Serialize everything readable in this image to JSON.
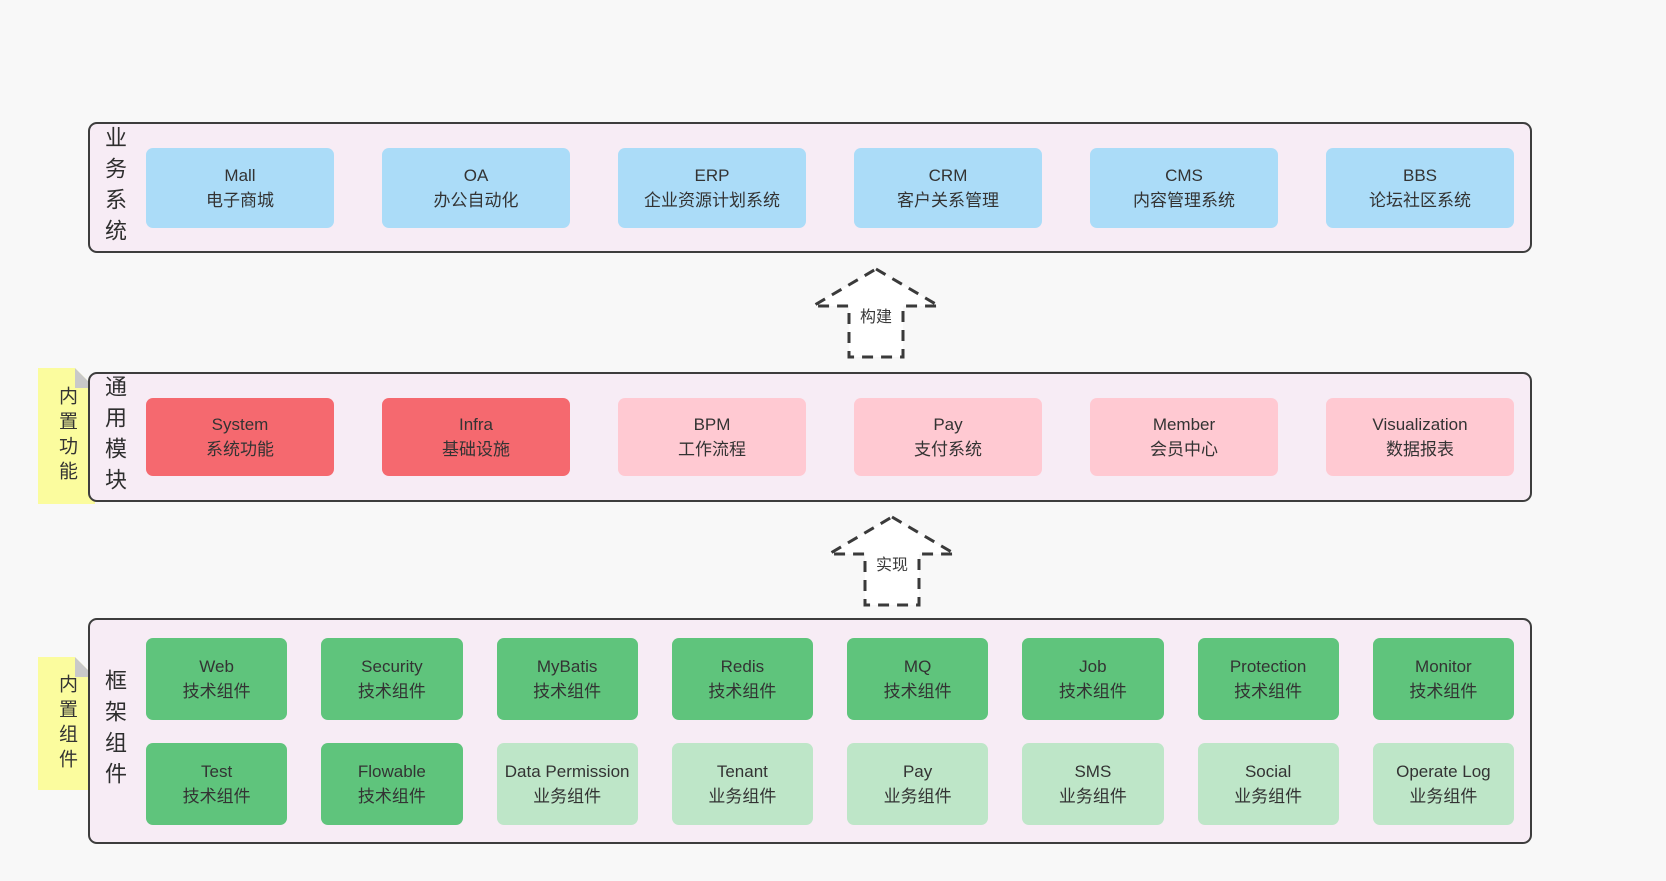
{
  "colors": {
    "page-bg": "#f8f8f8",
    "layer-bg": "#f7ecf5",
    "layer-border": "#3d3d3d",
    "blue": "#abdcf8",
    "red": "#f5696f",
    "pink": "#ffc9d2",
    "green": "#5fc47c",
    "green-light": "#bee6c8",
    "sticky": "#fbfc9e",
    "sticky-fold": "#c9c9c9",
    "arrow-stroke": "#3a3a3a"
  },
  "layers": [
    {
      "label": "业务系统",
      "boxes": [
        {
          "name": "Mall",
          "desc": "电子商城",
          "variant": "blue"
        },
        {
          "name": "OA",
          "desc": "办公自动化",
          "variant": "blue"
        },
        {
          "name": "ERP",
          "desc": "企业资源计划系统",
          "variant": "blue"
        },
        {
          "name": "CRM",
          "desc": "客户关系管理",
          "variant": "blue"
        },
        {
          "name": "CMS",
          "desc": "内容管理系统",
          "variant": "blue"
        },
        {
          "name": "BBS",
          "desc": "论坛社区系统",
          "variant": "blue"
        }
      ]
    },
    {
      "label": "通用模块",
      "sticky": "内置功能",
      "boxes": [
        {
          "name": "System",
          "desc": "系统功能",
          "variant": "red"
        },
        {
          "name": "Infra",
          "desc": "基础设施",
          "variant": "red"
        },
        {
          "name": "BPM",
          "desc": "工作流程",
          "variant": "pink"
        },
        {
          "name": "Pay",
          "desc": "支付系统",
          "variant": "pink"
        },
        {
          "name": "Member",
          "desc": "会员中心",
          "variant": "pink"
        },
        {
          "name": "Visualization",
          "desc": "数据报表",
          "variant": "pink"
        }
      ]
    },
    {
      "label": "框架组件",
      "sticky": "内置组件",
      "rows": [
        [
          {
            "name": "Web",
            "desc": "技术组件",
            "variant": "green"
          },
          {
            "name": "Security",
            "desc": "技术组件",
            "variant": "green"
          },
          {
            "name": "MyBatis",
            "desc": "技术组件",
            "variant": "green"
          },
          {
            "name": "Redis",
            "desc": "技术组件",
            "variant": "green"
          },
          {
            "name": "MQ",
            "desc": "技术组件",
            "variant": "green"
          },
          {
            "name": "Job",
            "desc": "技术组件",
            "variant": "green"
          },
          {
            "name": "Protection",
            "desc": "技术组件",
            "variant": "green"
          },
          {
            "name": "Monitor",
            "desc": "技术组件",
            "variant": "green"
          }
        ],
        [
          {
            "name": "Test",
            "desc": "技术组件",
            "variant": "green"
          },
          {
            "name": "Flowable",
            "desc": "技术组件",
            "variant": "green"
          },
          {
            "name": "Data Permission",
            "desc": "业务组件",
            "variant": "green-light"
          },
          {
            "name": "Tenant",
            "desc": "业务组件",
            "variant": "green-light"
          },
          {
            "name": "Pay",
            "desc": "业务组件",
            "variant": "green-light"
          },
          {
            "name": "SMS",
            "desc": "业务组件",
            "variant": "green-light"
          },
          {
            "name": "Social",
            "desc": "业务组件",
            "variant": "green-light"
          },
          {
            "name": "Operate Log",
            "desc": "业务组件",
            "variant": "green-light"
          }
        ]
      ]
    }
  ],
  "arrows": [
    {
      "label": "构建"
    },
    {
      "label": "实现"
    }
  ]
}
